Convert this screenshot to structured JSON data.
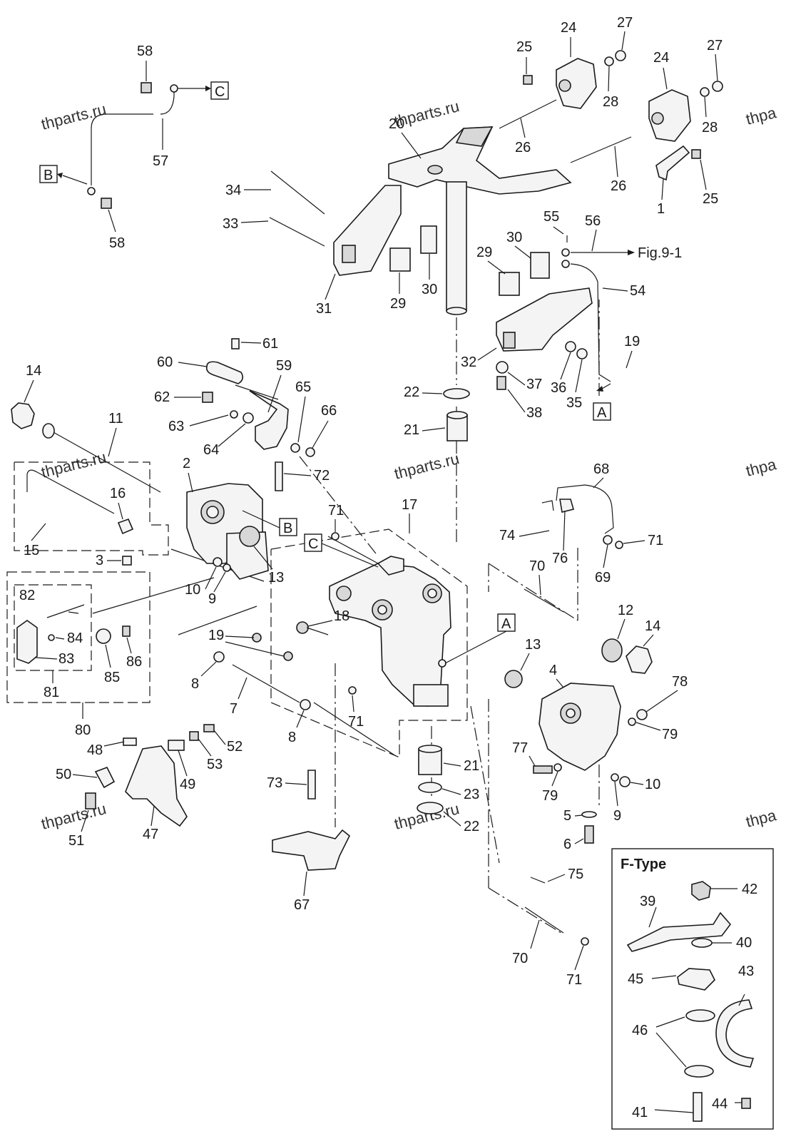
{
  "watermark": "thparts.ru",
  "watermark_edge": "thpa",
  "callout_boxes": {
    "a": "A",
    "b": "B",
    "c": "C"
  },
  "fig_reference": "Fig.9-1",
  "inset": {
    "title": "F-Type"
  },
  "labels": {
    "n1": "1",
    "n2": "2",
    "n3": "3",
    "n4": "4",
    "n5": "5",
    "n6": "6",
    "n7": "7",
    "n8": "8",
    "n9": "9",
    "n10": "10",
    "n11": "11",
    "n12": "12",
    "n13": "13",
    "n14": "14",
    "n15": "15",
    "n16": "16",
    "n17": "17",
    "n18": "18",
    "n19": "19",
    "n20": "20",
    "n21": "21",
    "n22": "22",
    "n23": "23",
    "n24": "24",
    "n25": "25",
    "n26": "26",
    "n27": "27",
    "n28": "28",
    "n29": "29",
    "n30": "30",
    "n31": "31",
    "n32": "32",
    "n33": "33",
    "n34": "34",
    "n35": "35",
    "n36": "36",
    "n37": "37",
    "n38": "38",
    "n39": "39",
    "n40": "40",
    "n41": "41",
    "n42": "42",
    "n43": "43",
    "n44": "44",
    "n45": "45",
    "n46": "46",
    "n47": "47",
    "n48": "48",
    "n49": "49",
    "n50": "50",
    "n51": "51",
    "n52": "52",
    "n53": "53",
    "n54": "54",
    "n55": "55",
    "n56": "56",
    "n57": "57",
    "n58": "58",
    "n59": "59",
    "n60": "60",
    "n61": "61",
    "n62": "62",
    "n63": "63",
    "n64": "64",
    "n65": "65",
    "n66": "66",
    "n67": "67",
    "n68": "68",
    "n69": "69",
    "n70": "70",
    "n71": "71",
    "n72": "72",
    "n73": "73",
    "n74": "74",
    "n75": "75",
    "n76": "76",
    "n77": "77",
    "n78": "78",
    "n79": "79",
    "n80": "80",
    "n81": "81",
    "n82": "82",
    "n83": "83",
    "n84": "84",
    "n85": "85",
    "n86": "86"
  }
}
